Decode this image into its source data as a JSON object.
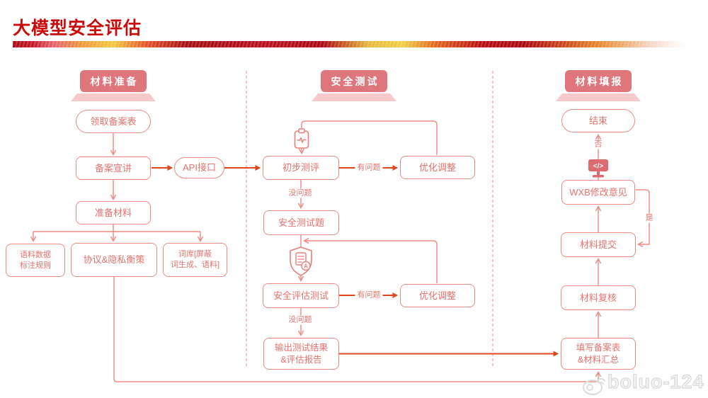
{
  "title": "大模型安全评估",
  "columns": {
    "prep": {
      "header": "材料准备",
      "nodes": {
        "get_form": "领取备案表",
        "briefing": "备案宣讲",
        "api": "API接口",
        "prepare": "准备材料",
        "corpus": "语料数据\n标注规则",
        "agreement": "协议&隐私衡策",
        "thesaurus": "词库[屏蔽\n词生成、语料]"
      }
    },
    "test": {
      "header": "安全测试",
      "nodes": {
        "initial": "初步测评",
        "optimize1": "优化调整",
        "questions": "安全测试题",
        "assessment": "安全评估测试",
        "optimize2": "优化调整",
        "output": "输出测试结果\n&评估报告"
      }
    },
    "submit": {
      "header": "材料填报",
      "nodes": {
        "end": "结束",
        "wxb": "WXB修改意见",
        "submit": "材料提交",
        "review": "材料复核",
        "fill": "填写备案表\n&材料汇总"
      }
    }
  },
  "edge_labels": {
    "has_issue_1": "有问题",
    "no_issue_1": "没问题",
    "has_issue_2": "有问题",
    "no_issue_2": "没问题",
    "no": "否",
    "yes": "是"
  },
  "icons": {
    "test_report": "clipboard-pulse-icon",
    "security_shield": "shield-document-a-icon",
    "shield_badge_letter": "A",
    "code_monitor": "monitor-code-icon",
    "monitor_code_text": "</>",
    "watermark_logo": "weibo-doodle-icon"
  },
  "watermark": {
    "text": "boluo-124"
  },
  "colors": {
    "title": "#cb0b0b",
    "node_stroke": "#ec8a83",
    "node_text": "#e5736d",
    "header_fill": "#df767c",
    "podium_fill": "#f6c9cb",
    "flow_line": "#ed8a84",
    "flow_strong": "#e0471c",
    "separator": "#f0a09a"
  }
}
